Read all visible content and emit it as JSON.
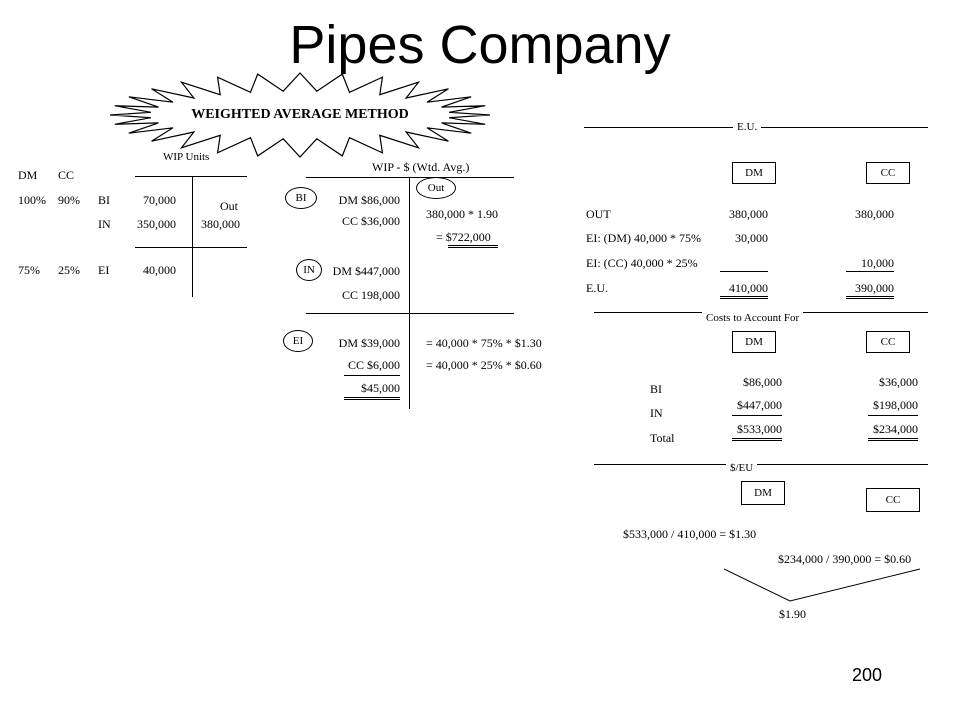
{
  "title": "Pipes Company",
  "method_banner": "WEIGHTED AVERAGE METHOD",
  "page_number": "200",
  "wip_units": {
    "heading": "WIP Units",
    "col_dm": "DM",
    "col_cc": "CC",
    "rows": [
      {
        "dm_pct": "100%",
        "cc_pct": "90%",
        "label": "BI",
        "units": "70,000"
      },
      {
        "label": "IN",
        "units": "350,000"
      },
      {
        "dm_pct": "75%",
        "cc_pct": "25%",
        "label": "EI",
        "units": "40,000"
      }
    ],
    "out_label": "Out",
    "out_units": "380,000"
  },
  "wip_dollars": {
    "heading": "WIP - $   (Wtd. Avg.)",
    "bi_tag": "BI",
    "in_tag": "IN",
    "ei_tag": "EI",
    "out_tag": "Out",
    "bi_dm": "DM  $86,000",
    "bi_cc": "CC  $36,000",
    "in_dm": "DM  $447,000",
    "in_cc": "CC    198,000",
    "ei_dm": "DM  $39,000",
    "ei_cc": "CC  $6,000",
    "ei_total": "$45,000",
    "out_calc": "380,000 * 1.90",
    "out_result": "= $722,000",
    "ei_dm_calc": "= 40,000 * 75% * $1.30",
    "ei_cc_calc": "= 40,000 * 25% * $0.60"
  },
  "eu": {
    "heading": "E.U.",
    "dm_box": "DM",
    "cc_box": "CC",
    "rows": [
      {
        "label": "OUT",
        "dm": "380,000",
        "cc": "380,000"
      },
      {
        "label": "EI: (DM) 40,000 * 75%",
        "dm": "30,000",
        "cc": ""
      },
      {
        "label": "EI: (CC) 40,000 * 25%",
        "dm": "",
        "cc": "10,000"
      },
      {
        "label": "E.U.",
        "dm": "410,000",
        "cc": "390,000"
      }
    ]
  },
  "costs": {
    "heading": "Costs to Account For",
    "dm_box": "DM",
    "cc_box": "CC",
    "rows": [
      {
        "label": "BI",
        "dm": "$86,000",
        "cc": "$36,000"
      },
      {
        "label": "IN",
        "dm": "$447,000",
        "cc": "$198,000"
      },
      {
        "label": "Total",
        "dm": "$533,000",
        "cc": "$234,000"
      }
    ]
  },
  "per_eu": {
    "heading": "$/EU",
    "dm_box": "DM",
    "cc_box": "CC",
    "dm_calc": "$533,000 / 410,000 = $1.30",
    "cc_calc": "$234,000 / 390,000 = $0.60",
    "total": "$1.90"
  }
}
